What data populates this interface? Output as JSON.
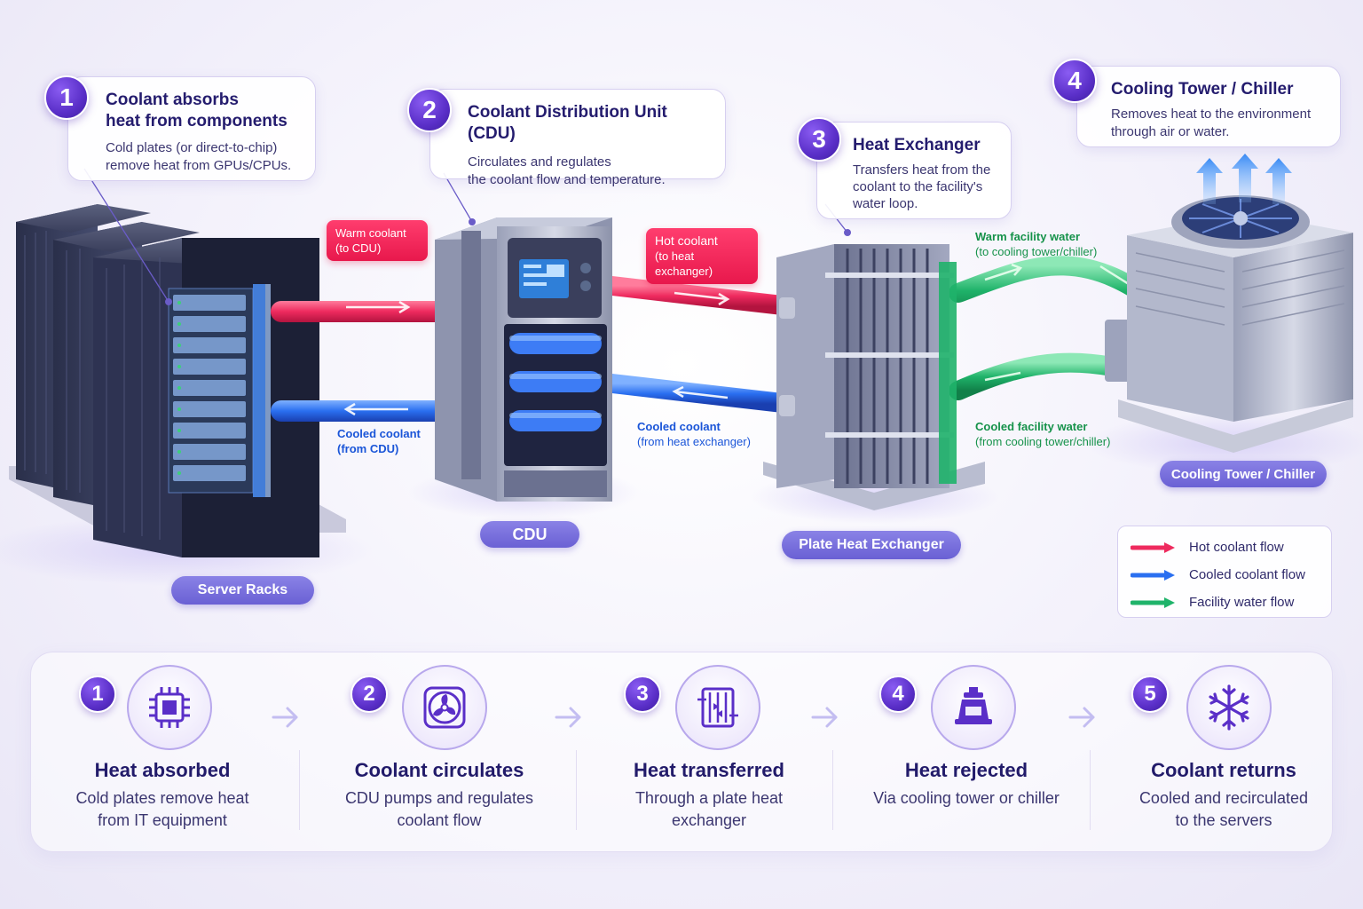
{
  "callouts": {
    "c1": {
      "number": "1",
      "title_line1": "Coolant absorbs",
      "title_line2": "heat from components",
      "desc_line1": "Cold plates (or direct-to-chip)",
      "desc_line2": "remove heat from GPUs/CPUs."
    },
    "c2": {
      "number": "2",
      "title": "Coolant Distribution Unit (CDU)",
      "desc_line1": "Circulates and regulates",
      "desc_line2": "the coolant flow and temperature."
    },
    "c3": {
      "number": "3",
      "title": "Heat Exchanger",
      "desc_line1": "Transfers heat from the",
      "desc_line2": "coolant to the facility's",
      "desc_line3": "water loop."
    },
    "c4": {
      "number": "4",
      "title": "Cooling Tower / Chiller",
      "desc_line1": "Removes heat to the environment",
      "desc_line2": "through air or water."
    }
  },
  "flow_labels": {
    "warm_coolant": {
      "main": "Warm coolant",
      "sub": "(to CDU)"
    },
    "cooled_coolant_cdu": {
      "main": "Cooled coolant",
      "sub": "(from CDU)"
    },
    "hot_coolant": {
      "main": "Hot coolant",
      "sub": "(to heat exchanger)"
    },
    "cooled_coolant_hx": {
      "main": "Cooled coolant",
      "sub": "(from heat exchanger)"
    },
    "warm_facility": {
      "main": "Warm facility water",
      "sub": "(to cooling tower/chiller)"
    },
    "cooled_facility": {
      "main": "Cooled facility water",
      "sub": "(from cooling tower/chiller)"
    }
  },
  "component_labels": {
    "server_racks": "Server Racks",
    "cdu": "CDU",
    "plate_hx": "Plate Heat Exchanger",
    "cooling_tower": "Cooling Tower / Chiller"
  },
  "legend": [
    {
      "label": "Hot coolant flow",
      "color": "#ee2a5e"
    },
    {
      "label": "Cooled coolant flow",
      "color": "#2a6ff0"
    },
    {
      "label": "Facility water flow",
      "color": "#1fb36a"
    }
  ],
  "colors": {
    "hot": "#ee2a5e",
    "cool": "#2a6ff0",
    "facility": "#1fb36a",
    "accent": "#5a2fc8"
  },
  "steps": [
    {
      "number": "1",
      "icon": "chip-icon",
      "title": "Heat absorbed",
      "desc_line1": "Cold plates remove heat",
      "desc_line2": "from IT equipment"
    },
    {
      "number": "2",
      "icon": "fan-icon",
      "title": "Coolant circulates",
      "desc_line1": "CDU pumps and regulates",
      "desc_line2": "coolant flow"
    },
    {
      "number": "3",
      "icon": "heat-exchanger-icon",
      "title": "Heat transferred",
      "desc_line1": "Through a plate heat",
      "desc_line2": "exchanger"
    },
    {
      "number": "4",
      "icon": "cooling-tower-icon",
      "title": "Heat rejected",
      "desc_line1": "Via cooling tower or chiller",
      "desc_line2": ""
    },
    {
      "number": "5",
      "icon": "snowflake-icon",
      "title": "Coolant returns",
      "desc_line1": "Cooled and recirculated",
      "desc_line2": "to the servers"
    }
  ]
}
